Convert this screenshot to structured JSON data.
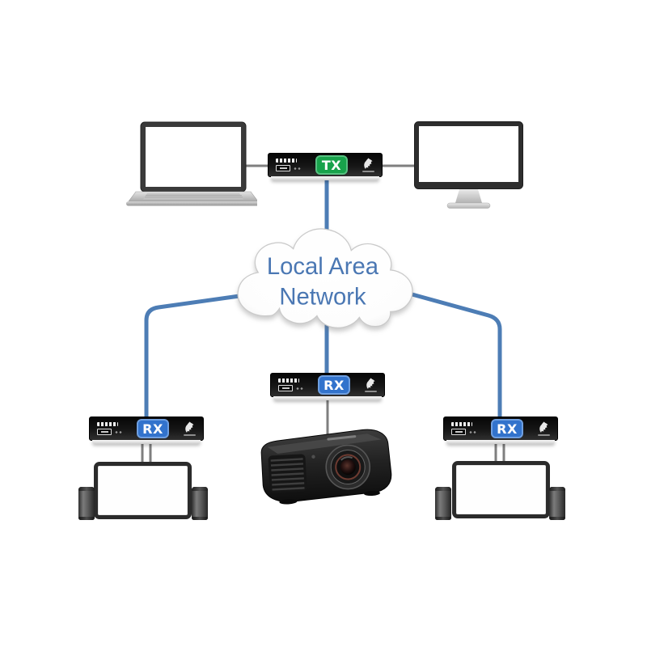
{
  "diagram": {
    "cloud": {
      "label_line1": "Local Area",
      "label_line2": "Network"
    },
    "devices": {
      "tx": {
        "label": "TX",
        "badge_color": "#18a24b",
        "role": "transmitter"
      },
      "rx_left": {
        "label": "RX",
        "badge_color": "#3273cc",
        "role": "receiver"
      },
      "rx_center": {
        "label": "RX",
        "badge_color": "#3273cc",
        "role": "receiver"
      },
      "rx_right": {
        "label": "RX",
        "badge_color": "#3273cc",
        "role": "receiver"
      }
    },
    "colors": {
      "link_blue": "#4d7db5",
      "cable_gray": "#7f7f7f",
      "cloud_text_blue": "#4a77b3",
      "tx_badge_green": "#18a24b",
      "rx_badge_blue": "#3273cc"
    },
    "icons": {
      "laptop": "laptop-shape",
      "monitor": "desktop-monitor-shape",
      "tv": "flat-tv-shape",
      "speaker": "speaker-cylinder",
      "projector": "projector-shape",
      "cloud": "network-cloud-shape",
      "usb_port": "usb-port",
      "usb": "usb-glyph",
      "brand_logo": "dragon-silhouette",
      "wordmark": "device-wordmark-marks"
    }
  }
}
